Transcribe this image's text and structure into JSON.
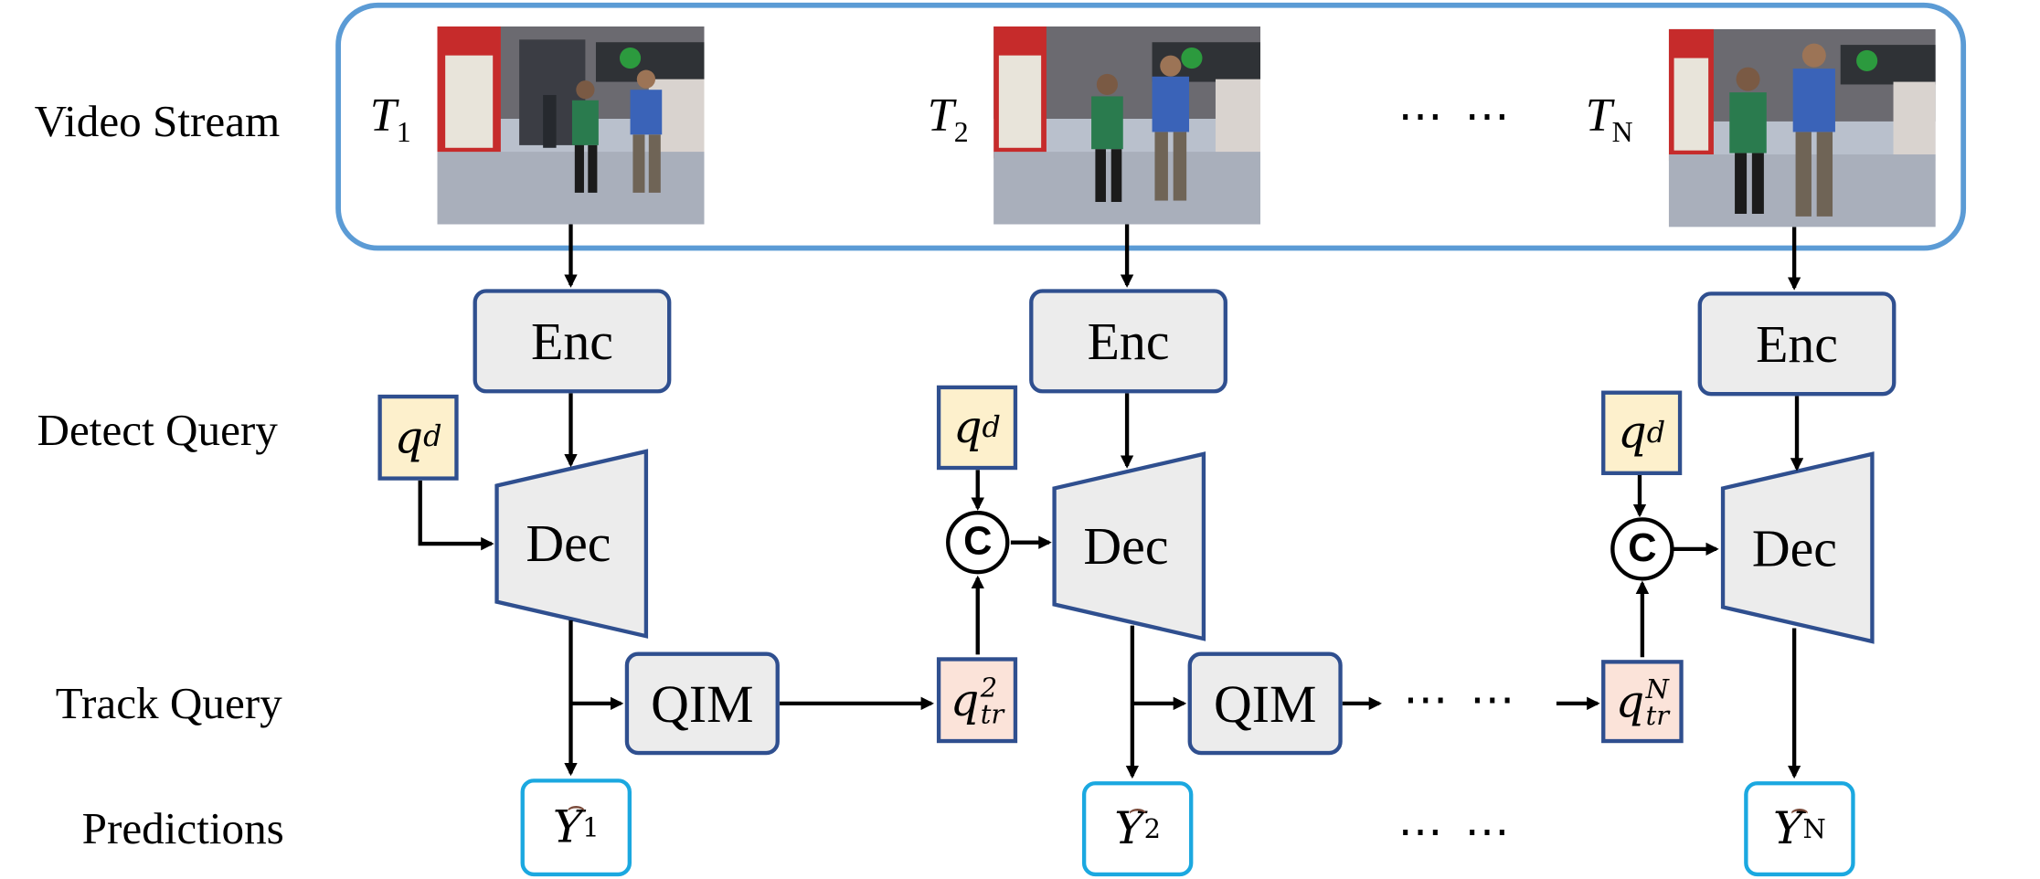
{
  "row_labels": {
    "video_stream": "Video Stream",
    "detect_query": "Detect Query",
    "track_query": "Track Query",
    "predictions": "Predictions"
  },
  "frames": [
    {
      "label": "T",
      "sub": "1",
      "image": "frame-photo-pedestrians-1"
    },
    {
      "label": "T",
      "sub": "2",
      "image": "frame-photo-pedestrians-2"
    },
    {
      "label": "T",
      "sub": "N",
      "image": "frame-photo-pedestrians-n"
    }
  ],
  "ellipsis": "⋯ ⋯",
  "encoder_label": "Enc",
  "decoder_label": "Dec",
  "qim_label": "QIM",
  "detect_query_label": "q",
  "detect_query_sub": "d",
  "concat_symbol": "C",
  "track_queries": [
    {
      "label": "q",
      "sup": "2",
      "sub": "tr"
    },
    {
      "label": "q",
      "sup": "N",
      "sub": "tr"
    }
  ],
  "predictions": [
    {
      "label": "Y",
      "sub": "1",
      "hat": "⌢"
    },
    {
      "label": "Y",
      "sub": "2",
      "hat": "⌢"
    },
    {
      "label": "Y",
      "sub": "N",
      "hat": "⌢"
    }
  ],
  "colors": {
    "stream_border": "#5b9bd5",
    "box_border": "#2f4f8f",
    "box_fill": "#ececec",
    "detect_query_fill": "#fdf0cc",
    "track_query_fill": "#fbe3d9",
    "prediction_border": "#1ba8e0"
  }
}
